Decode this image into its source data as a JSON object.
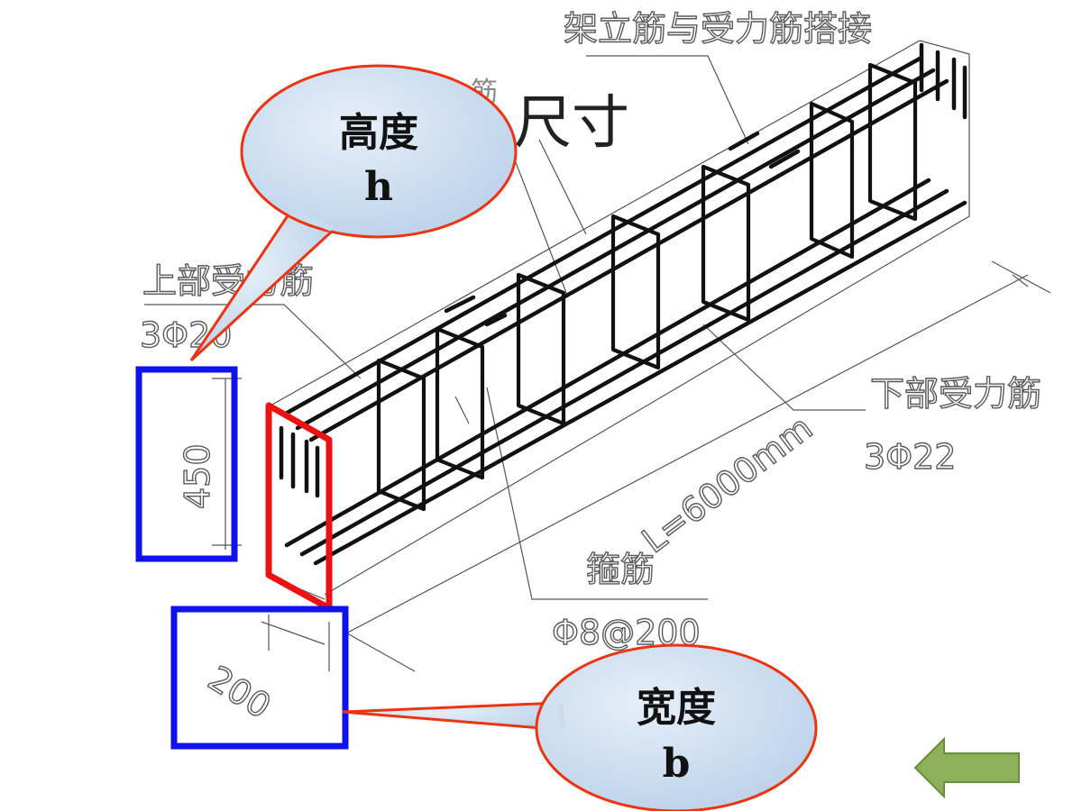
{
  "title": "尺寸",
  "title_partial": "筋",
  "labels": {
    "lap": "架立筋与受力筋搭接",
    "top_bars": "上部受力筋",
    "top_bars_spec": "3Φ20",
    "bottom_bars": "下部受力筋",
    "bottom_bars_spec": "3Φ22",
    "stirrups": "箍筋",
    "stirrups_spec": "Φ8@200",
    "length": "L=6000mm",
    "height_dim": "450",
    "width_dim": "200"
  },
  "callouts": {
    "height_title": "高度",
    "height_symbol": "h",
    "width_title": "宽度",
    "width_symbol": "b"
  },
  "colors": {
    "highlight_box": "#1111ee",
    "section_outline": "#ee1111",
    "bubble_fill": "#cfe0f2",
    "bubble_stroke": "#ee3311",
    "nav_arrow": "#8db05a"
  },
  "nav": {
    "icon": "back-arrow-icon"
  }
}
